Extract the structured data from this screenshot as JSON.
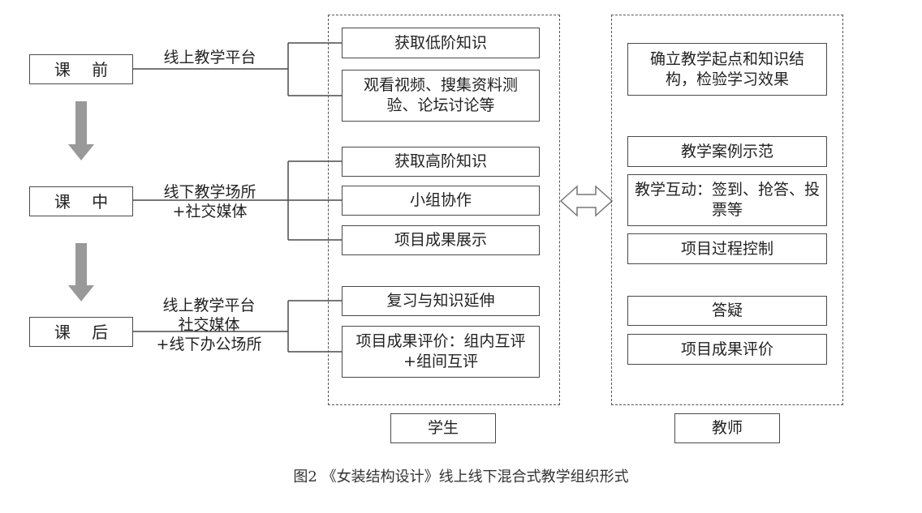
{
  "stages": [
    {
      "label": "课 前",
      "channel_lines": [
        "线上教学平台"
      ]
    },
    {
      "label": "课 中",
      "channel_lines": [
        "线下教学场所",
        "+社交媒体"
      ]
    },
    {
      "label": "课 后",
      "channel_lines": [
        "线上教学平台",
        "社交媒体",
        "+线下办公场所"
      ]
    }
  ],
  "student": {
    "title": "学生",
    "activities": [
      "获取低阶知识",
      "观看视频、搜集资料测验、论坛讨论等",
      "获取高阶知识",
      "小组协作",
      "项目成果展示",
      "复习与知识延伸",
      "项目成果评价：组内互评+组间互评"
    ]
  },
  "teacher": {
    "title": "教师",
    "activities": [
      "确立教学起点和知识结构，检验学习效果",
      "教学案例示范",
      "教学互动：签到、抢答、投票等",
      "项目过程控制",
      "答疑",
      "项目成果评价"
    ]
  },
  "caption": "图2 《女装结构设计》线上线下混合式教学组织形式",
  "colors": {
    "arrow": "#999999",
    "line": "#4a4a4a"
  }
}
